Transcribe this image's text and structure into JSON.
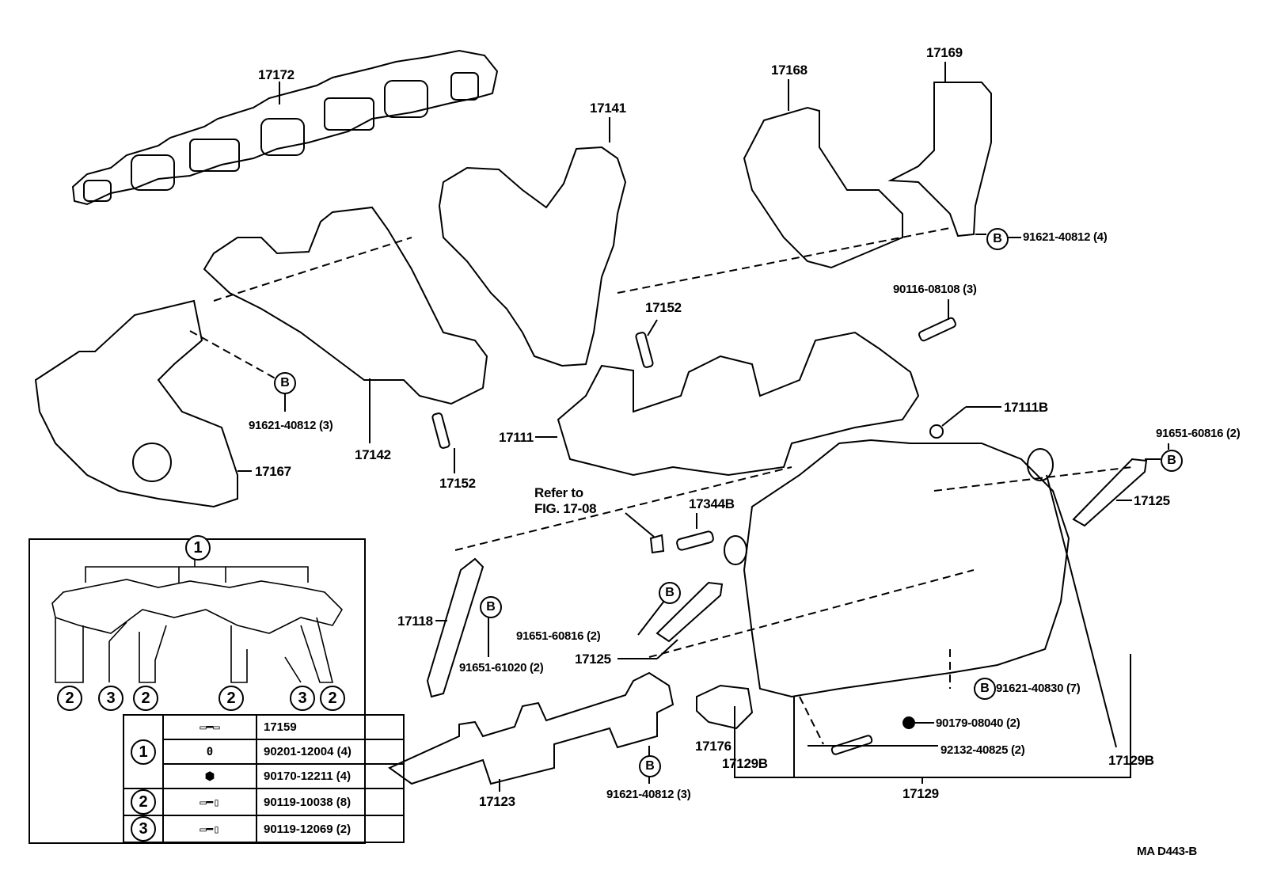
{
  "diagram": {
    "title": "Intake & Exhaust Manifold Exploded View",
    "figure_code": "MA  D443-B",
    "labels": {
      "p17172": "17172",
      "p17141": "17141",
      "p17168": "17168",
      "p17169": "17169",
      "p91621_40812_4": "91621-40812 (4)",
      "p90116_08108_3": "90116-08108 (3)",
      "p17152_top": "17152",
      "p17152_bottom": "17152",
      "p91621_40812_3_left": "91621-40812 (3)",
      "p17142": "17142",
      "p17167": "17167",
      "p17111": "17111",
      "p17111B": "17111B",
      "p91651_60816_2_right": "91651-60816 (2)",
      "p17125_right": "17125",
      "refer_to_line1": "Refer to",
      "refer_to_line2": "FIG. 17-08",
      "p17344B": "17344B",
      "p17118": "17118",
      "p91651_61020_2": "91651-61020 (2)",
      "p91651_60816_2_mid": "91651-60816 (2)",
      "p17125_mid": "17125",
      "p91621_40830_7": "91621-40830 (7)",
      "p90179_08040_2": "90179-08040 (2)",
      "p92132_40825_2": "92132-40825 (2)",
      "p17176": "17176",
      "p17129B_left": "17129B",
      "p17129B_right": "17129B",
      "p17129": "17129",
      "p17123": "17123",
      "p91621_40812_3_bottom": "91621-40812 (3)"
    },
    "bolt_marker": "B",
    "inset": {
      "group_markers": [
        "1",
        "2",
        "3",
        "2",
        "2",
        "3",
        "2"
      ],
      "top_marker": "1"
    },
    "legend": {
      "rows": [
        {
          "group": "1",
          "symbol": "stud-bolt-icon",
          "glyph": "▭━▭",
          "part": "17159"
        },
        {
          "group": "",
          "symbol": "washer-icon",
          "glyph": "0",
          "part": "90201-12004 (4)"
        },
        {
          "group": "",
          "symbol": "nut-icon",
          "glyph": "⬢",
          "part": "90170-12211 (4)"
        },
        {
          "group": "2",
          "symbol": "bolt-icon",
          "glyph": "▭━▯",
          "part": "90119-10038 (8)"
        },
        {
          "group": "3",
          "symbol": "flange-bolt-icon",
          "glyph": "▭━▯",
          "part": "90119-12069 (2)"
        }
      ]
    }
  }
}
